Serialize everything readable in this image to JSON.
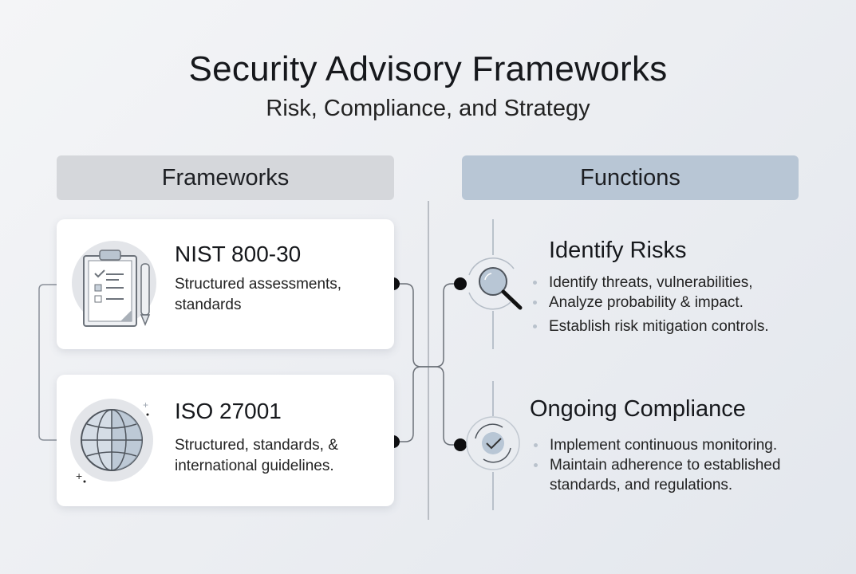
{
  "title": "Security Advisory Frameworks",
  "subtitle": "Risk, Compliance, and Strategy",
  "headers": {
    "frameworks": "Frameworks",
    "functions": "Functions"
  },
  "frameworks": [
    {
      "title": "NIST 800-30",
      "desc_lines": [
        "Structured assessments,",
        "standards"
      ],
      "icon": "clipboard-checklist-icon"
    },
    {
      "title": "ISO 27001",
      "desc_lines": [
        "Structured, standards,  &",
        "international guidelines."
      ],
      "icon": "globe-icon"
    }
  ],
  "functions": [
    {
      "title": "Identify Risks",
      "icon": "magnifier-icon",
      "bullets": [
        "Identify threats, vulnerabilities,",
        "Analyze probability & impact.",
        "Establish risk mitigation controls."
      ]
    },
    {
      "title": "Ongoing Compliance",
      "icon": "check-circle-icon",
      "bullets": [
        "Implement continuous monitoring.",
        "Maintain adherence to established standards,  and regulations."
      ],
      "bullet2_lines": [
        "Maintain adherence to established",
        "standards,  and regulations."
      ]
    }
  ],
  "colors": {
    "frameworks_header": "#d5d7db",
    "functions_header": "#b8c6d5",
    "card": "#ffffff",
    "connector": "#6b7078",
    "dot": "#0d0d0f"
  }
}
